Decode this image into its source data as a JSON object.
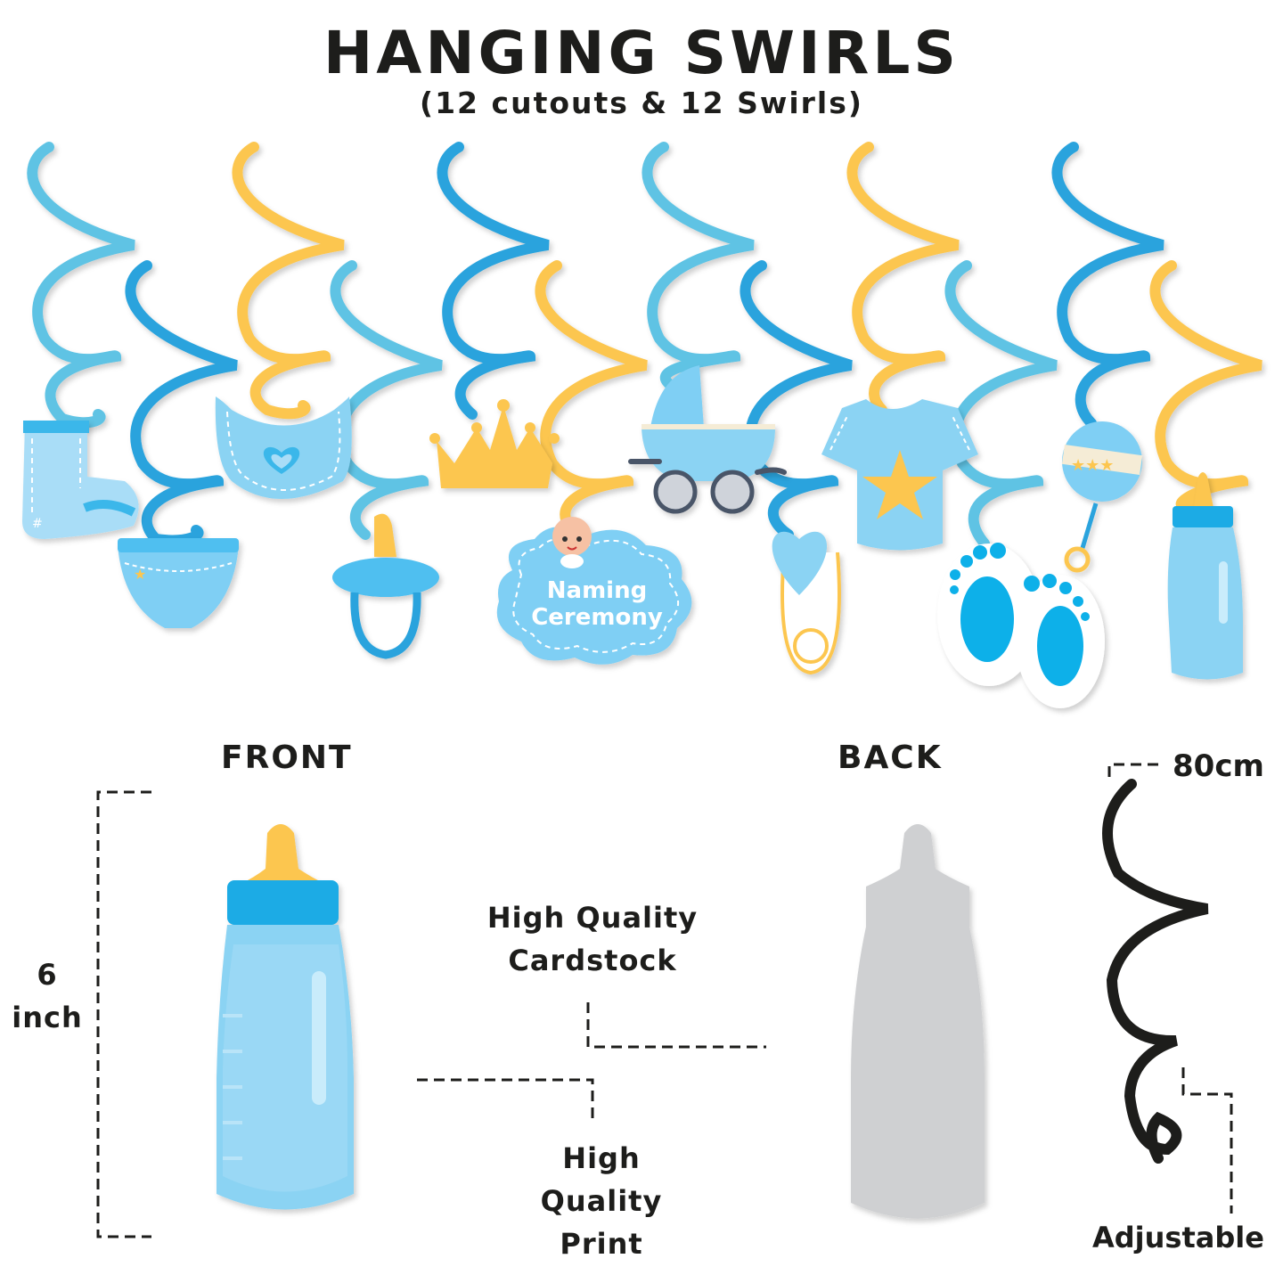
{
  "header": {
    "title": "HANGING SWIRLS",
    "subtitle": "(12 cutouts & 12 Swirls)"
  },
  "colors": {
    "swirl_light_blue": "#5fc3e4",
    "swirl_blue": "#29a3dd",
    "swirl_yellow": "#fcc650",
    "cutout_blue": "#8bd3f3",
    "cutout_dark_blue": "#1aabe5",
    "back_gray": "#cfd0d2",
    "text_black": "#1d1d1b"
  },
  "cutouts": [
    {
      "name": "sock",
      "swirl_color": "light-blue"
    },
    {
      "name": "diaper",
      "swirl_color": "blue"
    },
    {
      "name": "bib",
      "swirl_color": "yellow"
    },
    {
      "name": "pacifier",
      "swirl_color": "light-blue"
    },
    {
      "name": "crown",
      "swirl_color": "blue"
    },
    {
      "name": "naming-ceremony-cloud",
      "swirl_color": "yellow",
      "text_line1": "Naming",
      "text_line2": "Ceremony"
    },
    {
      "name": "pram",
      "swirl_color": "light-blue"
    },
    {
      "name": "safety-pin-heart",
      "swirl_color": "blue"
    },
    {
      "name": "onesie-star",
      "swirl_color": "yellow"
    },
    {
      "name": "baby-feet",
      "swirl_color": "light-blue"
    },
    {
      "name": "rattle",
      "swirl_color": "blue"
    },
    {
      "name": "feeding-bottle",
      "swirl_color": "yellow"
    }
  ],
  "details": {
    "front_label": "FRONT",
    "back_label": "BACK",
    "size_value": "6",
    "size_unit": "inch",
    "length_label": "80cm",
    "cardstock_line1": "High Quality",
    "cardstock_line2": "Cardstock",
    "print_line1": "High",
    "print_line2": "Quality",
    "print_line3": "Print",
    "adjustable_label": "Adjustable"
  }
}
